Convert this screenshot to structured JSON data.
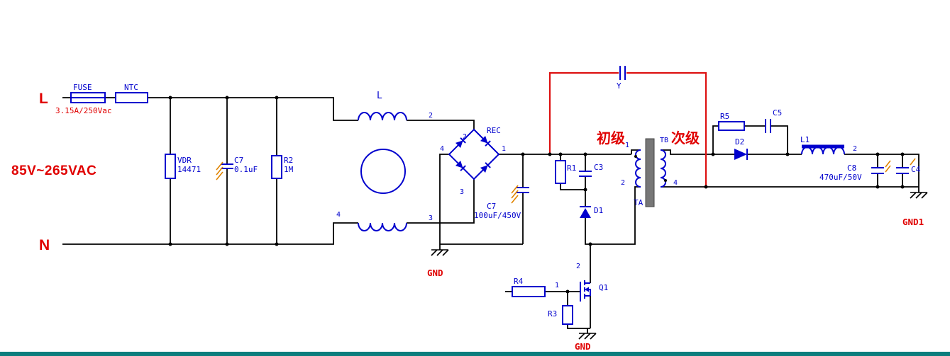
{
  "meta": {
    "description": "85-265VAC flyback switching power supply schematic"
  },
  "colors": {
    "wire": "#000000",
    "component_blue": "#0000cd",
    "label_red": "#e00000",
    "red_wire": "#dd1111",
    "core_gray": "#777777",
    "hatch_orange": "#e08400",
    "bottom_bar_teal": "#0c7d7d"
  },
  "ac_input": {
    "line_label": "L",
    "neutral_label": "N",
    "voltage_range": "85V~265VAC",
    "fuse_ref": "FUSE",
    "fuse_value": "3.15A/250Vac",
    "ntc_ref": "NTC",
    "vdr_ref": "VDR",
    "vdr_value": "14471",
    "cx_ref": "C7",
    "cx_value": "0.1uF",
    "r2_ref": "R2",
    "r2_value": "1M"
  },
  "emi_choke": {
    "ref": "L",
    "pin2": "2",
    "pin3": "3",
    "pin4": "4"
  },
  "bridge": {
    "ref": "REC",
    "pin1": "1",
    "pin2": "2",
    "pin3": "3",
    "pin4": "4",
    "bulk_ref": "C7",
    "bulk_value": "100uF/450V",
    "gnd_label": "GND"
  },
  "clamp": {
    "r1_ref": "R1",
    "c3_ref": "C3",
    "d1_ref": "D1",
    "y_cap_ref": "Y"
  },
  "transformer": {
    "primary_label": "初级",
    "secondary_label": "次级",
    "ta_ref": "TA",
    "tb_ref": "TB",
    "pin1": "1",
    "pin2": "2",
    "pin4": "4"
  },
  "switch": {
    "q1_ref": "Q1",
    "pin1": "1",
    "pin2": "2",
    "r4_ref": "R4",
    "r3_ref": "R3",
    "gnd_label": "GND"
  },
  "output": {
    "r5_ref": "R5",
    "c5_ref": "C5",
    "d2_ref": "D2",
    "l1_ref": "L1",
    "l1_pin2": "2",
    "c8_ref": "C8",
    "c8_value": "470uF/50V",
    "c4_ref": "C4",
    "gnd1_label": "GND1"
  }
}
